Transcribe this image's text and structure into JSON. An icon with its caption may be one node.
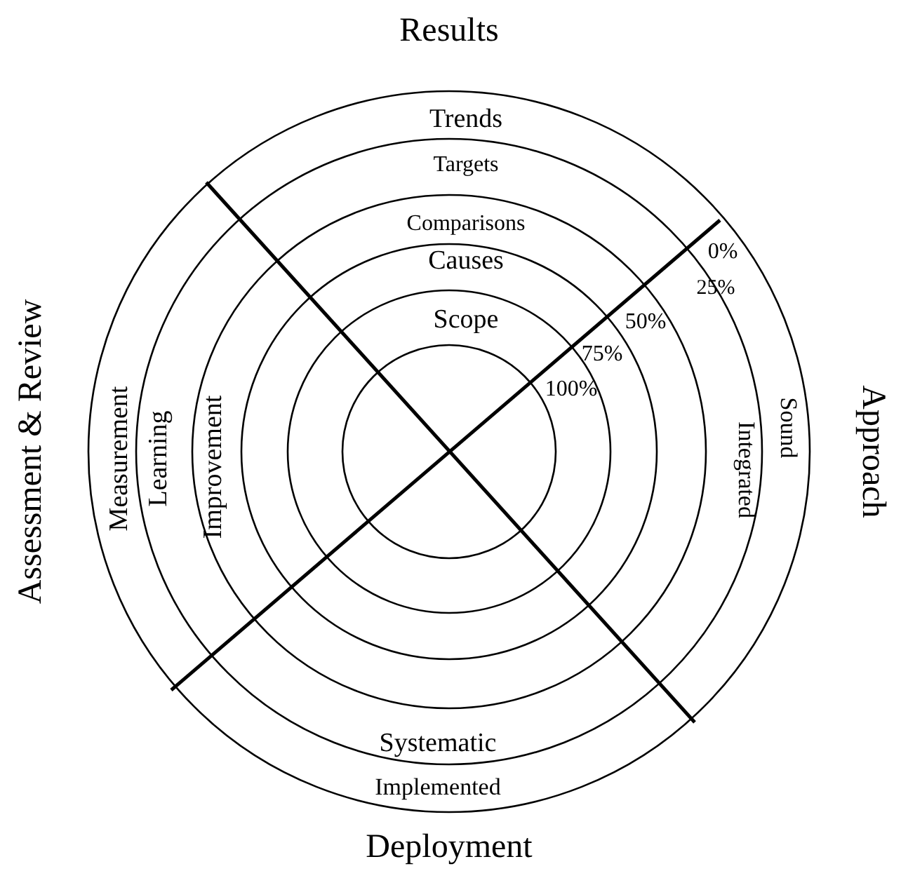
{
  "diagram": {
    "labels": [
      "Results",
      "Trends",
      "Targets",
      "Comparisons",
      "Causes",
      "0%",
      "25%",
      "Scope",
      "50%",
      "75%",
      "100%",
      "Assessment & Review",
      "Measurement",
      "Learning",
      "Improvement",
      "Sound",
      "Integrated",
      "Approach",
      "Systematic",
      "Implemented",
      "Deployment"
    ]
  }
}
